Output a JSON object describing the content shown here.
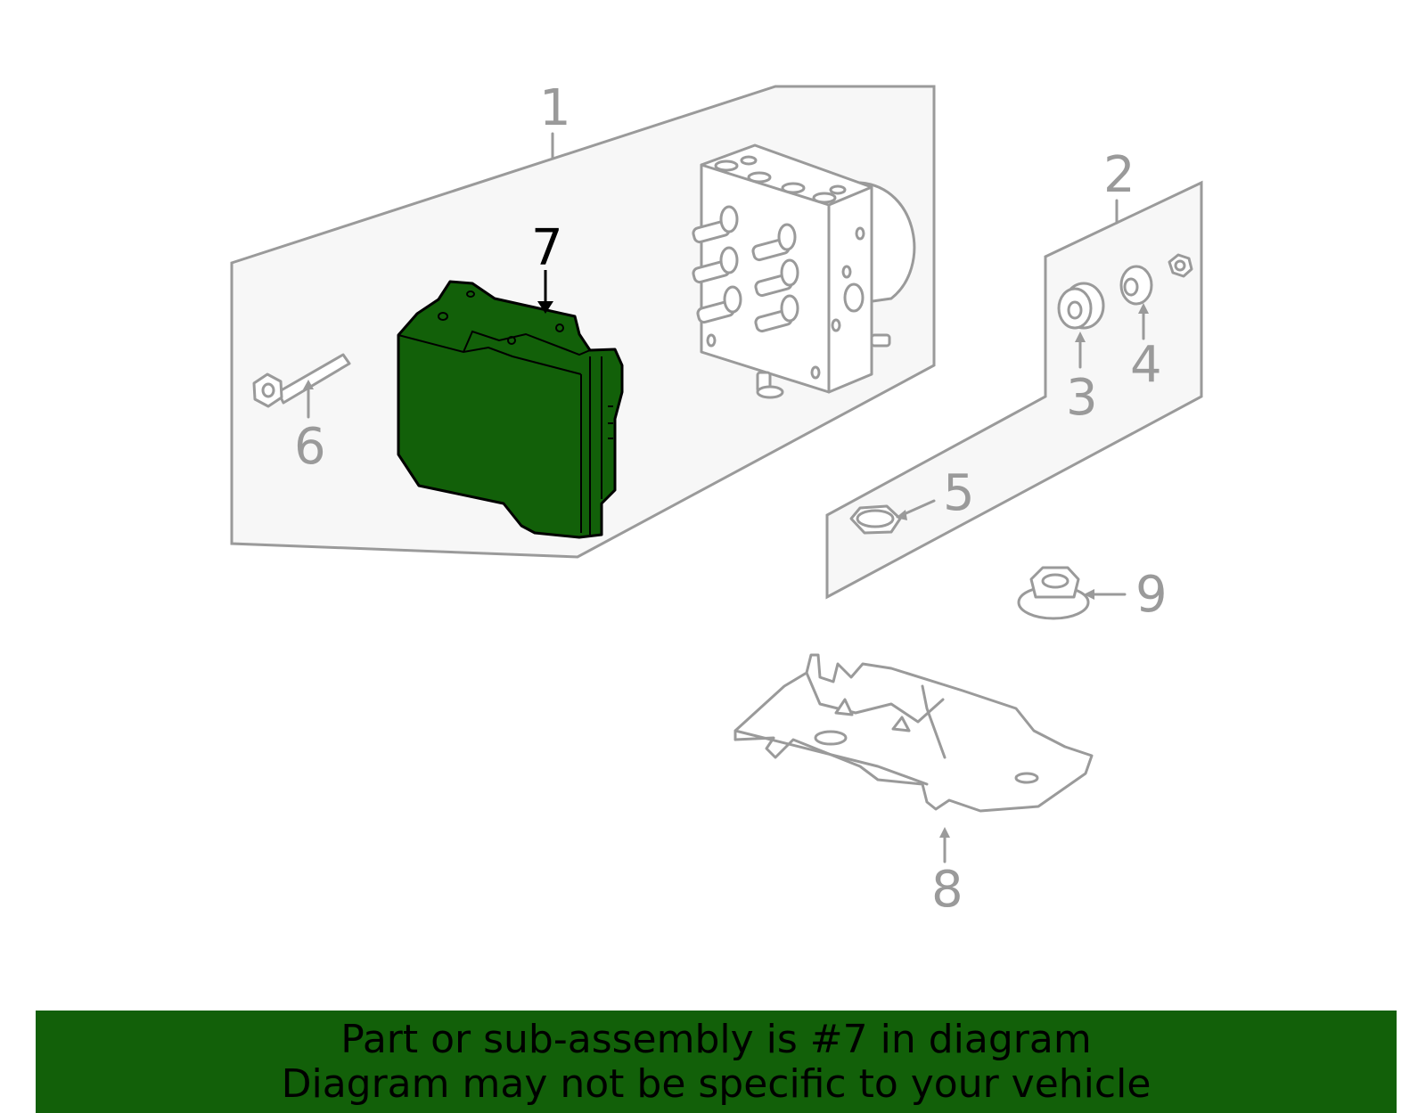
{
  "diagram": {
    "callouts": [
      "1",
      "2",
      "3",
      "4",
      "5",
      "6",
      "7",
      "8",
      "9"
    ],
    "highlighted_callout": "7",
    "highlight_color": "#126009"
  },
  "banner": {
    "line1": "Part or sub-assembly is #7 in diagram",
    "line2": "Diagram may not be specific to your vehicle",
    "background": "#126009"
  }
}
